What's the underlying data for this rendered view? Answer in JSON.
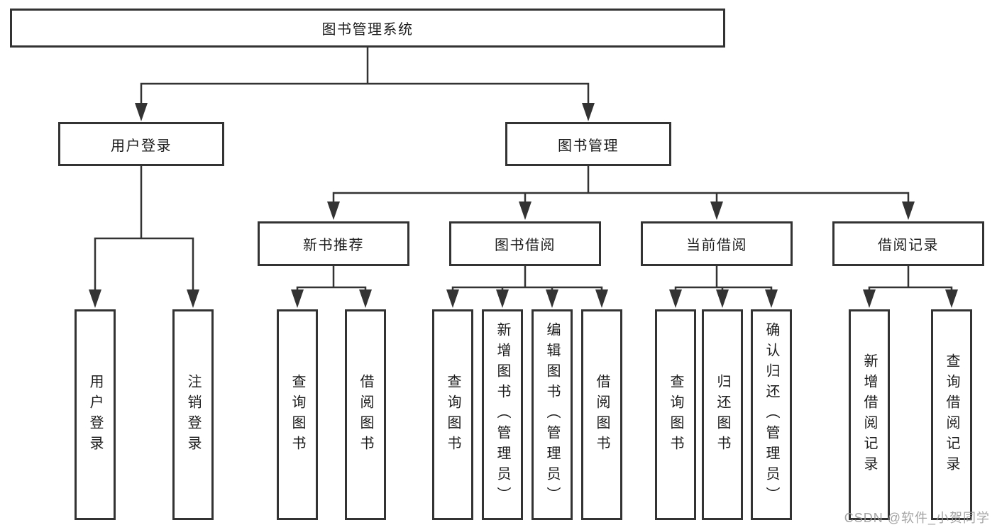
{
  "diagram_type": "feature-tree",
  "tree": {
    "label": "图书管理系统",
    "children": [
      {
        "label": "用户登录",
        "children": [
          {
            "label": "用户登录"
          },
          {
            "label": "注销登录"
          }
        ]
      },
      {
        "label": "图书管理",
        "children": [
          {
            "label": "新书推荐",
            "children": [
              {
                "label": "查询图书"
              },
              {
                "label": "借阅图书"
              }
            ]
          },
          {
            "label": "图书借阅",
            "children": [
              {
                "label": "查询图书"
              },
              {
                "label": "新增图书（管理员）"
              },
              {
                "label": "编辑图书（管理员）"
              },
              {
                "label": "借阅图书"
              }
            ]
          },
          {
            "label": "当前借阅",
            "children": [
              {
                "label": "查询图书"
              },
              {
                "label": "归还图书"
              },
              {
                "label": "确认归还（管理员）"
              }
            ]
          },
          {
            "label": "借阅记录",
            "children": [
              {
                "label": "新增借阅记录"
              },
              {
                "label": "查询借阅记录"
              }
            ]
          }
        ]
      }
    ]
  },
  "watermark": {
    "text": "CSDN @软件_小贺同学"
  },
  "colors": {
    "background": "#ffffff",
    "line": "#333333",
    "box_border": "#333333",
    "box_fill": "#ffffff",
    "text": "#1c1c1c",
    "watermark": "#9c9c9c"
  }
}
